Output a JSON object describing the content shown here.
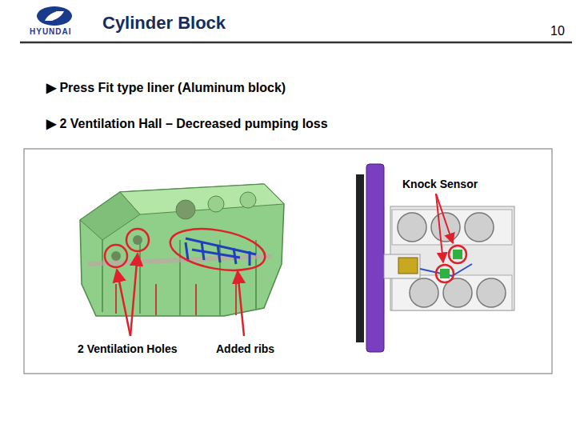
{
  "diagram": {
    "title": "Cylinder Block",
    "labels": [
      "HYUNDAI",
      "10",
      "▶ Press Fit type liner (Aluminum block)",
      "▶ 2 Ventilation Hall – Decreased pumping loss",
      "Knock Sensor",
      "2 Ventilation Holes",
      "Added ribs"
    ]
  }
}
